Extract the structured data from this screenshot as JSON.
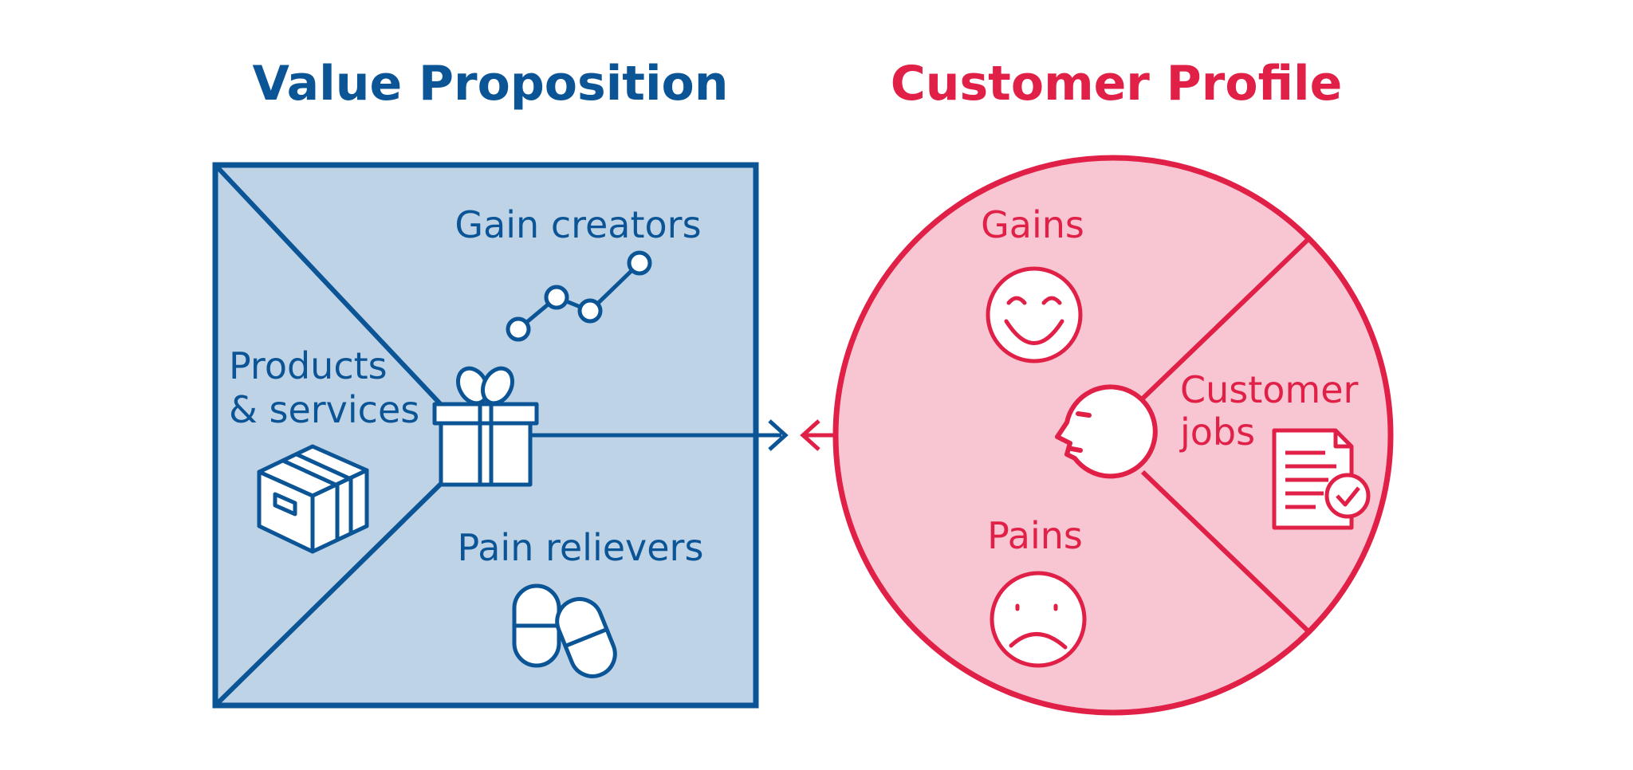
{
  "colors": {
    "blue_stroke": "#0b5596",
    "blue_fill": "#bfd3e6",
    "red_stroke": "#e02047",
    "red_fill": "#f8c6d2",
    "background": "#ffffff"
  },
  "value_proposition": {
    "title": "Value Proposition",
    "sections": {
      "gain_creators": {
        "label": "Gain creators",
        "icon": "line-chart-icon"
      },
      "products_services": {
        "label_line1": "Products",
        "label_line2": "& services",
        "icon": "box-icon"
      },
      "pain_relievers": {
        "label": "Pain relievers",
        "icon": "pills-icon"
      }
    },
    "center_icon": "gift-icon"
  },
  "customer_profile": {
    "title": "Customer Profile",
    "sections": {
      "gains": {
        "label": "Gains",
        "icon": "smiley-face-icon"
      },
      "customer_jobs": {
        "label_line1": "Customer",
        "label_line2": "jobs",
        "icon": "document-check-icon"
      },
      "pains": {
        "label": "Pains",
        "icon": "sad-face-icon"
      }
    },
    "center_icon": "customer-head-icon"
  },
  "connector": {
    "icon": "fit-arrows-icon"
  }
}
